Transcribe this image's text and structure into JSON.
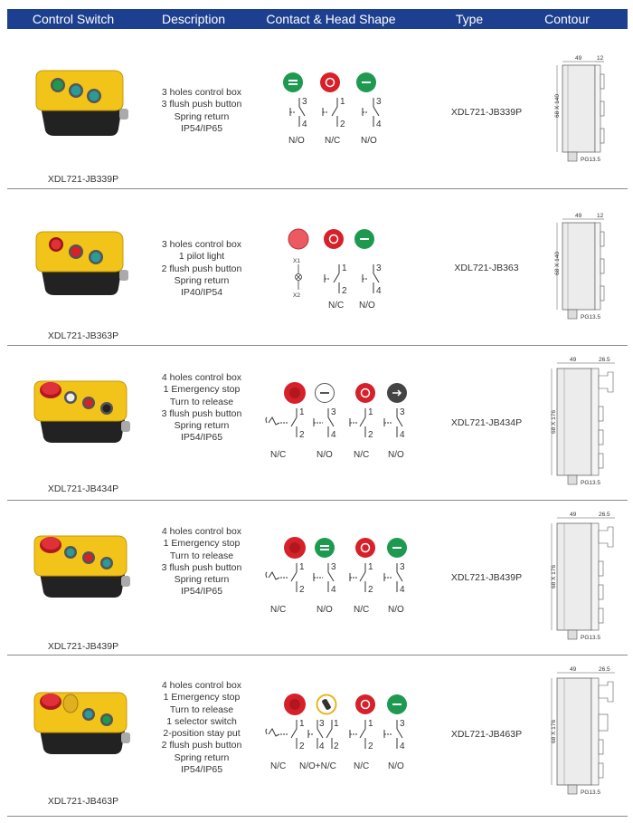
{
  "header": {
    "col_switch": "Control Switch",
    "col_description": "Description",
    "col_contact": "Contact & Head Shape",
    "col_type": "Type",
    "col_contour": "Contour"
  },
  "rows": [
    {
      "product_name": "XDL721-JB339P",
      "description": [
        "3 holes control box",
        "3 flush push button",
        "Spring return",
        "IP54/IP65"
      ],
      "type": "XDL721-JB339P",
      "heads": [
        "green-flush-button",
        "red-flush-button",
        "green-flush-button"
      ],
      "contacts": [
        {
          "label": "N/O",
          "terminals": [
            "3",
            "4"
          ]
        },
        {
          "label": "N/C",
          "terminals": [
            "1",
            "2"
          ]
        },
        {
          "label": "N/O",
          "terminals": [
            "3",
            "4"
          ]
        }
      ],
      "contour": {
        "width": "49",
        "depth": "12",
        "height": "68 X 140",
        "gland": "PG13.5"
      }
    },
    {
      "product_name": "XDL721-JB363P",
      "description": [
        "3 holes control box",
        "1 pilot light",
        "2 flush push button",
        "Spring return",
        "IP40/IP54"
      ],
      "type": "XDL721-JB363",
      "heads": [
        "pilot-light-red",
        "red-flush-button",
        "green-flush-button"
      ],
      "contacts": [
        {
          "label": "",
          "terminals": [
            "X1",
            "X2"
          ]
        },
        {
          "label": "N/C",
          "terminals": [
            "1",
            "2"
          ]
        },
        {
          "label": "N/O",
          "terminals": [
            "3",
            "4"
          ]
        }
      ],
      "contour": {
        "width": "49",
        "depth": "12",
        "height": "68 X 140",
        "gland": "PG13.5"
      }
    },
    {
      "product_name": "XDL721-JB434P",
      "description": [
        "4 holes control box",
        "1 Emergency stop",
        "Turn to release",
        "3 flush push button",
        "Spring return",
        "IP54/IP65"
      ],
      "type": "XDL721-JB434P",
      "heads": [
        "emergency-stop",
        "white-flush-button",
        "red-flush-button",
        "black-flush-button"
      ],
      "contacts": [
        {
          "label": "N/C",
          "terminals": [
            "1",
            "2"
          ]
        },
        {
          "label": "N/O",
          "terminals": [
            "3",
            "4"
          ]
        },
        {
          "label": "N/C",
          "terminals": [
            "1",
            "2"
          ]
        },
        {
          "label": "N/O",
          "terminals": [
            "3",
            "4"
          ]
        }
      ],
      "contour": {
        "width": "49",
        "depth": "26.5",
        "height": "68 X 176",
        "gland": "PG13.5"
      }
    },
    {
      "product_name": "XDL721-JB439P",
      "description": [
        "4 holes control box",
        "1 Emergency stop",
        "Turn to release",
        "3 flush push button",
        "Spring return",
        "IP54/IP65"
      ],
      "type": "XDL721-JB439P",
      "heads": [
        "emergency-stop",
        "green-flush-button",
        "red-flush-button",
        "green-flush-button"
      ],
      "contacts": [
        {
          "label": "N/C",
          "terminals": [
            "1",
            "2"
          ]
        },
        {
          "label": "N/O",
          "terminals": [
            "3",
            "4"
          ]
        },
        {
          "label": "N/C",
          "terminals": [
            "1",
            "2"
          ]
        },
        {
          "label": "N/O",
          "terminals": [
            "3",
            "4"
          ]
        }
      ],
      "contour": {
        "width": "49",
        "depth": "26.5",
        "height": "68 X 176",
        "gland": "PG13.5"
      }
    },
    {
      "product_name": "XDL721-JB463P",
      "description": [
        "4 holes control box",
        "1 Emergency stop",
        "Turn to release",
        "1 selector switch",
        "2-position stay put",
        "2 flush push button",
        "Spring return",
        "IP54/IP65"
      ],
      "type": "XDL721-JB463P",
      "heads": [
        "emergency-stop",
        "selector-switch",
        "red-flush-button",
        "green-flush-button"
      ],
      "contacts": [
        {
          "label": "N/C",
          "terminals": [
            "1",
            "2"
          ]
        },
        {
          "label": "N/O+N/C",
          "terminals": [
            "3",
            "4",
            "1",
            "2"
          ]
        },
        {
          "label": "N/C",
          "terminals": [
            "1",
            "2"
          ]
        },
        {
          "label": "N/O",
          "terminals": [
            "3",
            "4"
          ]
        }
      ],
      "contour": {
        "width": "49",
        "depth": "26.5",
        "height": "68 X 176",
        "gland": "PG13.5"
      }
    }
  ],
  "colors": {
    "header_bg": "#1c3f8f",
    "box_yellow": "#f2c318",
    "base_black": "#222222",
    "button_green": "#1e9a50",
    "button_red": "#d6202a",
    "button_teal": "#2a9a9a"
  }
}
